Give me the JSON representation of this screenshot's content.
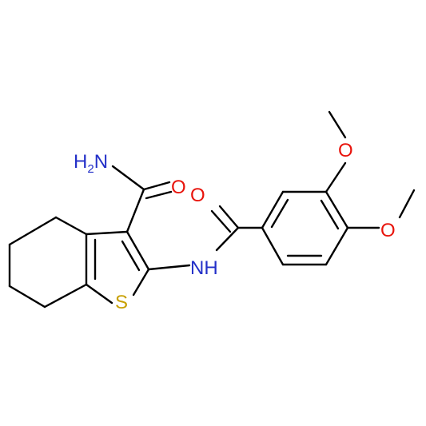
{
  "colors": {
    "bond": "#000000",
    "nitrogen": "#2330c8",
    "oxygen": "#e8140c",
    "sulfur": "#c8a000",
    "background": "#ffffff"
  },
  "atoms": {
    "amide_n": {
      "element": "H",
      "count": "2",
      "suffix": "N"
    },
    "amide_o": "O",
    "carbonyl_o": "O",
    "nh": "NH",
    "sulfur": "S",
    "methoxy_o1": "O",
    "methoxy_o2": "O"
  }
}
